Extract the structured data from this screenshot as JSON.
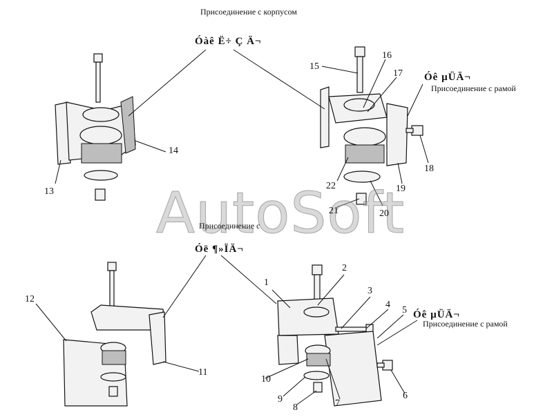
{
  "captions": {
    "top": "Присоединение с корпусом",
    "right_upper": "Присоединение с рамой",
    "middle": "Присоединение с",
    "right_lower": "Присоединение с рамой"
  },
  "garbled_labels": {
    "top": "Óàê Ë÷ Ç Ä¬",
    "right_upper": "Óê µÜÄ¬",
    "middle": "Óë ¶»ÏÄ¬",
    "right_lower": "Óê µÜÄ¬"
  },
  "watermark": "AutoSoft",
  "part_numbers": [
    "1",
    "2",
    "3",
    "4",
    "5",
    "6",
    "7",
    "8",
    "9",
    "10",
    "11",
    "12",
    "13",
    "14",
    "15",
    "16",
    "17",
    "18",
    "19",
    "20",
    "21",
    "22"
  ]
}
